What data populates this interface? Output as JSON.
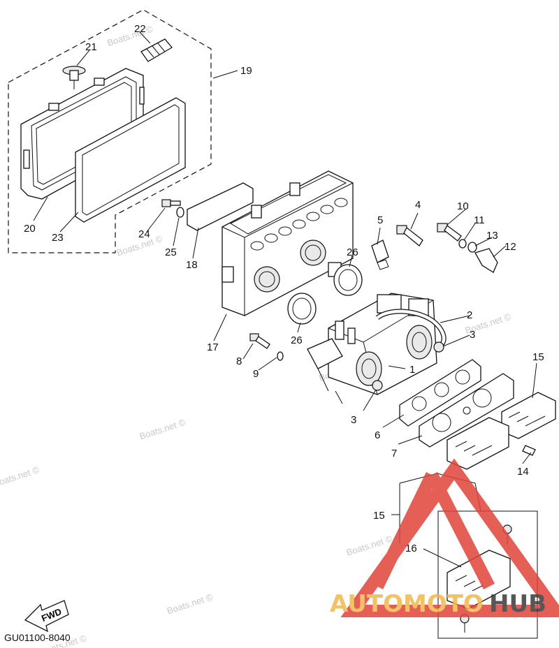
{
  "watermark": "Boats.net ©",
  "diagram_code": "GU01100-8040",
  "fwd_label": "FWD",
  "logo": {
    "part1": "AUTOMOTO",
    "part2": "HUB",
    "color_red": "#e0453a",
    "color_gold": "#f2b84b",
    "color_dark": "#3a3a3a"
  },
  "labels": {
    "n1": "1",
    "n2": "2",
    "n3a": "3",
    "n3b": "3",
    "n4": "4",
    "n5": "5",
    "n6": "6",
    "n7": "7",
    "n8": "8",
    "n9": "9",
    "n10": "10",
    "n11": "11",
    "n12": "12",
    "n13": "13",
    "n14": "14",
    "n15a": "15",
    "n15b": "15",
    "n16": "16",
    "n17": "17",
    "n18": "18",
    "n19": "19",
    "n20": "20",
    "n21": "21",
    "n22": "22",
    "n23": "23",
    "n24": "24",
    "n25": "25",
    "n26a": "26",
    "n26b": "26"
  }
}
